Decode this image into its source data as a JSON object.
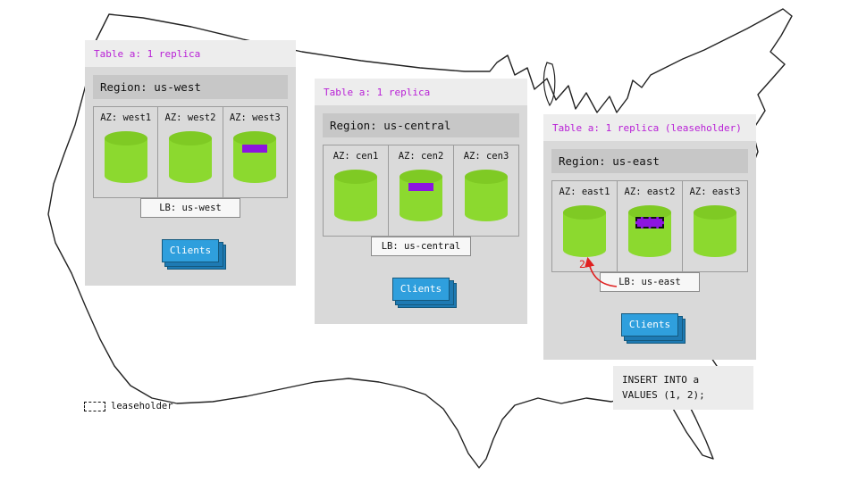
{
  "legend": {
    "label": "leaseholder"
  },
  "arrow": {
    "label": "2"
  },
  "query": {
    "lines": [
      "INSERT INTO a",
      "VALUES (1, 2);"
    ]
  },
  "colors": {
    "header_magenta": "#b81fd6",
    "replica_purple": "#8c14e0",
    "cylinder_green": "#8cd92f",
    "cylinder_green_top": "#7fca24",
    "clients_blue": "#2f9fdd",
    "clients_blue_shadow": "#1e7ab3",
    "arrow_red": "#e02020",
    "panel_gray": "#d9d9d9",
    "region_band_gray": "#c7c7c7"
  },
  "panels": [
    {
      "header": "Table a: 1 replica",
      "region": "Region: us-west",
      "lb": "LB: us-west",
      "clients": "Clients",
      "azs": [
        {
          "label": "AZ: west1",
          "marker": null
        },
        {
          "label": "AZ: west2",
          "marker": null
        },
        {
          "label": "AZ: west3",
          "marker": "replica"
        }
      ]
    },
    {
      "header": "Table a: 1 replica",
      "region": "Region: us-central",
      "lb": "LB: us-central",
      "clients": "Clients",
      "azs": [
        {
          "label": "AZ: cen1",
          "marker": null
        },
        {
          "label": "AZ: cen2",
          "marker": "replica"
        },
        {
          "label": "AZ: cen3",
          "marker": null
        }
      ]
    },
    {
      "header": "Table a: 1 replica (leaseholder)",
      "region": "Region: us-east",
      "lb": "LB: us-east",
      "clients": "Clients",
      "azs": [
        {
          "label": "AZ: east1",
          "marker": null
        },
        {
          "label": "AZ: east2",
          "marker": "leaseholder"
        },
        {
          "label": "AZ: east3",
          "marker": null
        }
      ]
    }
  ]
}
